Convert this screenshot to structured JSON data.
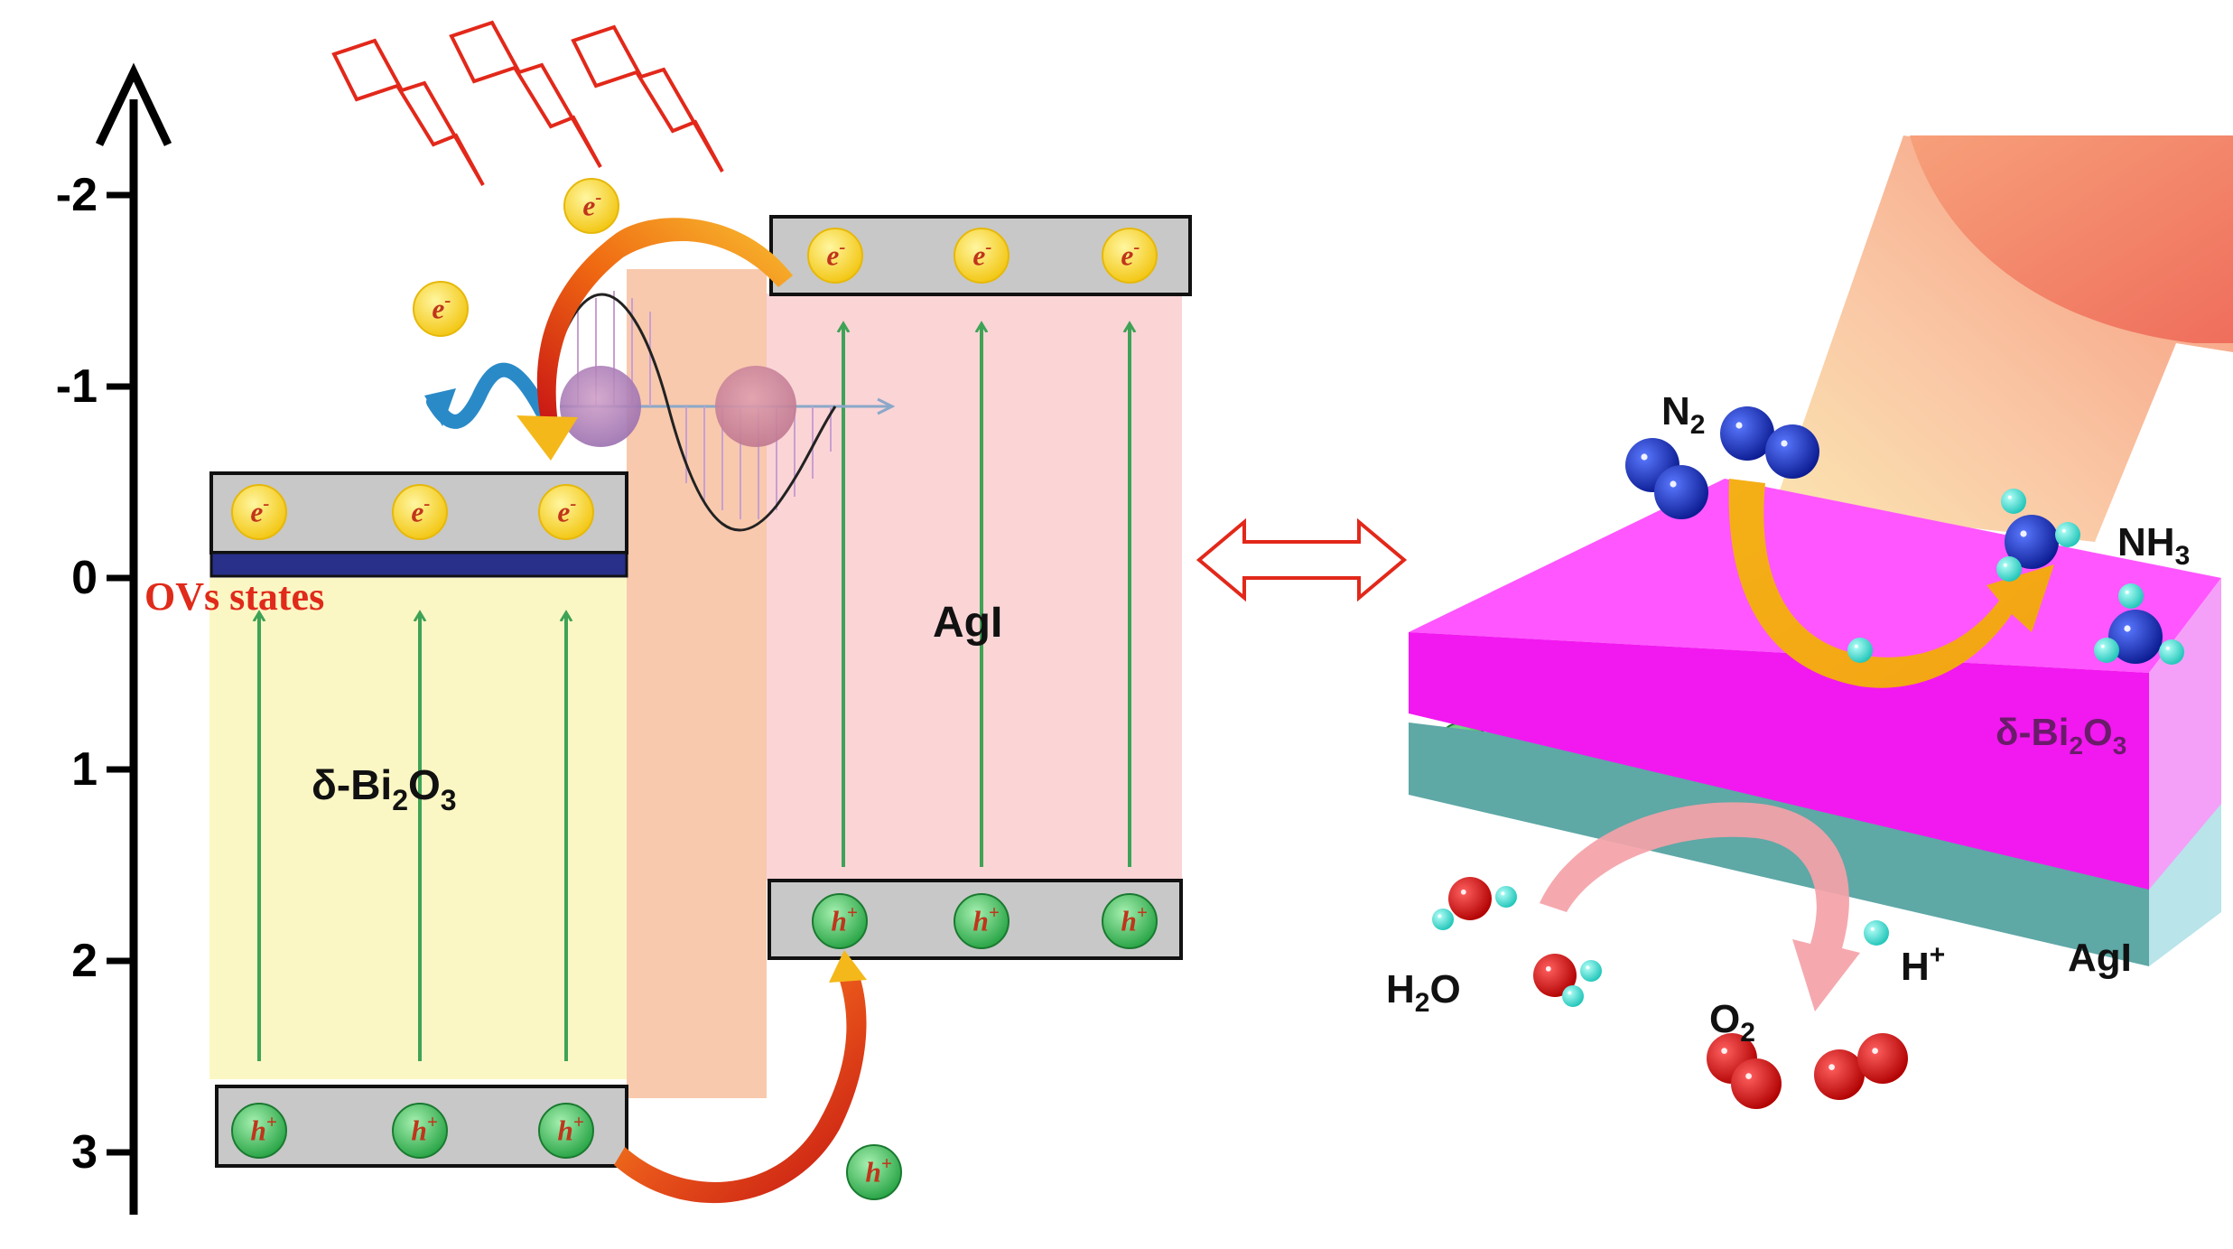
{
  "axis": {
    "ticks": [
      "-2",
      "-1",
      "0",
      "1",
      "2",
      "3"
    ],
    "tick_values": [
      -2,
      -1,
      0,
      1,
      2,
      3
    ]
  },
  "bands": {
    "bi2o3": {
      "label_main": "δ-Bi",
      "label_sub1": "2",
      "label_mid": "O",
      "label_sub2": "3",
      "cb": -0.35,
      "ovs": 0.0,
      "vb": 2.85
    },
    "agi": {
      "label": "AgI",
      "cb": -1.65,
      "vb": 1.7
    },
    "ovs_label": "OVs states"
  },
  "carriers": {
    "electron_base": "e",
    "electron_sup": "-",
    "hole_base": "h",
    "hole_sup": "+"
  },
  "scene": {
    "n2_base": "N",
    "n2_sub": "2",
    "nh3_base": "NH",
    "nh3_sub": "3",
    "bi2o3_main": "δ-Bi",
    "bi2o3_sub1": "2",
    "bi2o3_mid": "O",
    "bi2o3_sub2": "3",
    "agi": "AgI",
    "h2o_base": "H",
    "h2o_sub": "2",
    "h2o_end": "O",
    "o2_base": "O",
    "o2_sub": "2",
    "hplus_base": "H",
    "hplus_sup": "+"
  },
  "colors": {
    "bi2o3_region": "#fbf7c4",
    "agi_region": "#fbd4d6",
    "interface_region": "#f8c9ad",
    "band_gray": "#c8c8c8",
    "ovs_bar": "#28308a",
    "ovs_text": "#e02a1a",
    "electron": "#f6d21a",
    "hole": "#2fa84a",
    "carrier_text": "#c0351c",
    "transition_arrow": "#3ea356",
    "magenta_layer": "#f218f0",
    "teal_layer": "#5eaaa8",
    "nitrogen": "#1d34c6",
    "oxygen": "#e41414",
    "hydrogen": "#34e0d2"
  }
}
